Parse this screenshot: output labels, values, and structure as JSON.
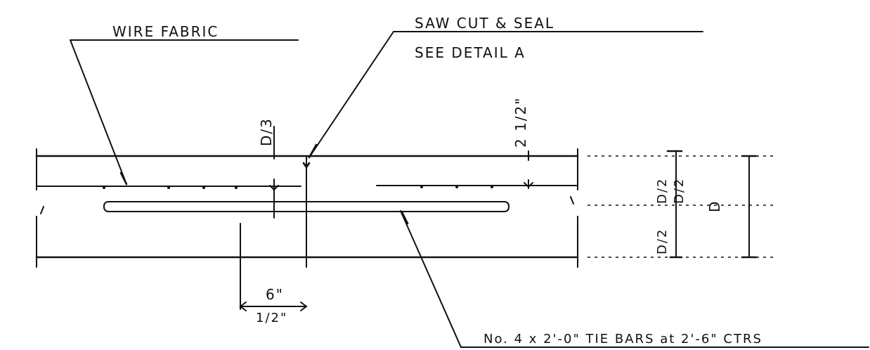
{
  "labels": {
    "wire_fabric": "WIRE  FABRIC",
    "saw_cut": "SAW CUT & SEAL",
    "see_detail": "SEE DETAIL A",
    "d_over_3": "D/3",
    "two_half_in": "2 1/2\"",
    "d_half_top": "D/2",
    "d_half_mid": "D/2",
    "d_half_bottom": "D/2",
    "d_total": "D",
    "six_in": "6\"",
    "one_half_in": "1/2\"",
    "tie_bars": "No. 4 x 2'-0\" TIE BARS at 2'-6\" CTRS"
  }
}
